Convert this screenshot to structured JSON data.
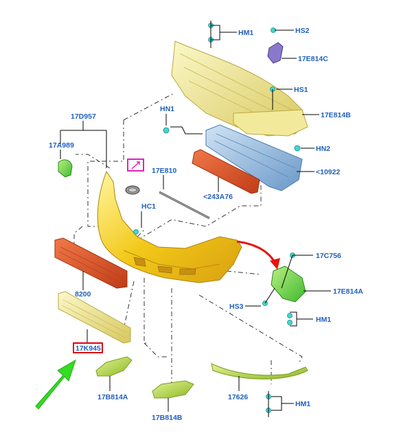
{
  "labels": {
    "hm1_top": "HM1",
    "hs2": "HS2",
    "p17e814c": "17E814C",
    "hs1": "HS1",
    "p17e814b": "17E814B",
    "p17d957": "17D957",
    "hn1": "HN1",
    "p17a989": "17A989",
    "hn2": "HN2",
    "p10922": "<10922",
    "p17e810": "17E810",
    "p243a76": "<243A76",
    "hc1": "HC1",
    "p17c756": "17C756",
    "p17e814a": "17E814A",
    "hs3": "HS3",
    "hm1_mid": "HM1",
    "p8200": "8200",
    "p17k945": "17K945",
    "p17b814a": "17B814A",
    "p17626": "17626",
    "hm1_bot": "HM1",
    "p17b814b": "17B814B"
  },
  "colors": {
    "label": "#1f5fbf",
    "highlight_box": "#e00010",
    "pointer_arrow": "#33dd22",
    "curved_arrow": "#e8140c",
    "magenta_box": "#e020c0",
    "yellow_part": "#f0d020",
    "pale_yellow_part": "#ece58a",
    "blue_part": "#8fb8dc",
    "red_part": "#d8532a",
    "green_part": "#9fd64a",
    "cyan_fastener": "#40d8d0",
    "purple_part": "#8a78cc"
  },
  "icons": {
    "pointer": "green-arrow-icon",
    "motion": "red-curved-arrow-icon",
    "emblem_box": "magenta-box-icon"
  }
}
